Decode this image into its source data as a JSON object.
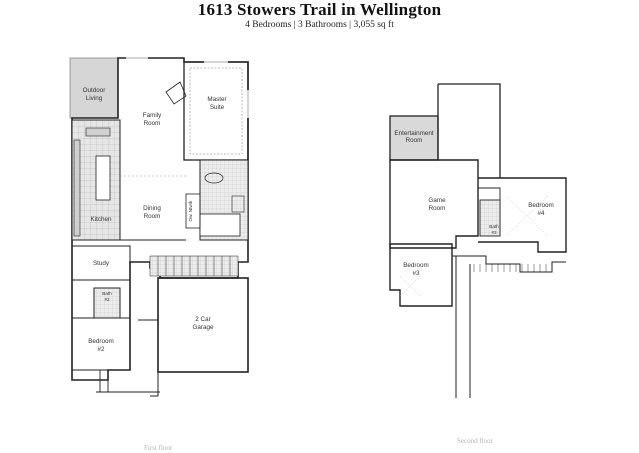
{
  "header": {
    "title": "1613 Stowers Trail in Wellington",
    "subtitle": "4 Bedrooms | 3 Bathrooms | 3,055 sq ft"
  },
  "first_floor": {
    "caption": "First floor",
    "rooms": {
      "outdoor_1": "Outdoor",
      "outdoor_2": "Living",
      "family_1": "Family",
      "family_2": "Room",
      "master_1": "Master",
      "master_2": "Suite",
      "dining_1": "Dining",
      "dining_2": "Room",
      "kitchen": "Kitchen",
      "study": "Study",
      "bath2_1": "Bath",
      "bath2_2": "#2",
      "bedroom2_1": "Bedroom",
      "bedroom2_2": "#2",
      "garage_1": "2 Car",
      "garage_2": "Garage",
      "owner_closet": "Ow. Ntwrk"
    }
  },
  "second_floor": {
    "caption": "Second floor",
    "rooms": {
      "entertainment_1": "Entertainment",
      "entertainment_2": "Room",
      "game_1": "Game",
      "game_2": "Room",
      "bedroom4_1": "Bedroom",
      "bedroom4_2": "#4",
      "bedroom3_1": "Bedroom",
      "bedroom3_2": "#3",
      "bath3_1": "Bath",
      "bath3_2": "#3"
    }
  },
  "colors": {
    "wall": "#222222",
    "outdoor_fill": "#d6d6d6",
    "entertainment_fill": "#d9d9d9",
    "tile_fill": "#e4e4e4",
    "caption": "#b5b5b5"
  }
}
